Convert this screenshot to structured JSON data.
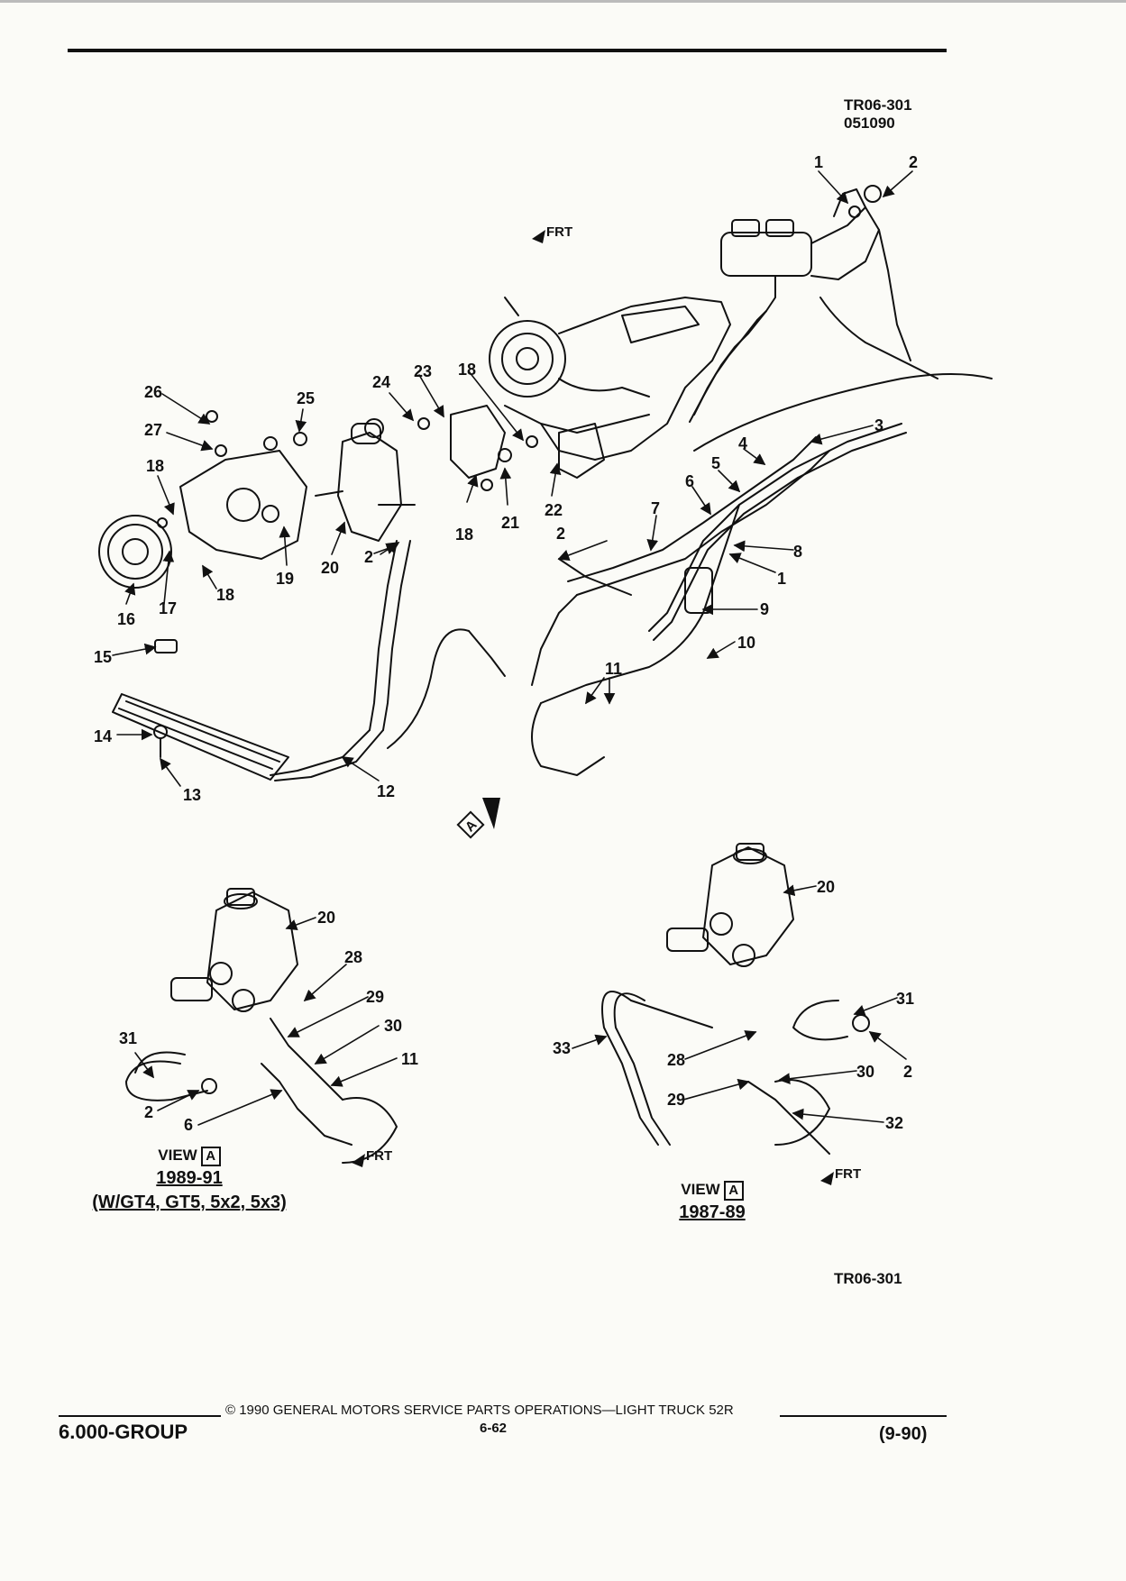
{
  "figure": {
    "code_top": "TR06-301",
    "date_code": "051090",
    "code_bottom": "TR06-301",
    "front_marker": "FRT",
    "view_marker": "A",
    "callouts": [
      "1",
      "2",
      "3",
      "4",
      "5",
      "6",
      "7",
      "8",
      "1",
      "9",
      "10",
      "11",
      "12",
      "13",
      "14",
      "15",
      "16",
      "17",
      "18",
      "19",
      "20",
      "2",
      "21",
      "22",
      "18",
      "23",
      "18",
      "24",
      "25",
      "26",
      "27",
      "18",
      "2"
    ],
    "view_left": {
      "view_word": "VIEW",
      "view_letter": "A",
      "years": "1989-91",
      "condition": "(W/GT4, GT5, 5x2, 5x3)",
      "callouts": [
        "20",
        "28",
        "29",
        "30",
        "11",
        "31",
        "2",
        "6"
      ]
    },
    "view_right": {
      "view_word": "VIEW",
      "view_letter": "A",
      "years": "1987-89",
      "callouts": [
        "20",
        "31",
        "33",
        "28",
        "2",
        "30",
        "29",
        "32"
      ]
    }
  },
  "footer": {
    "group": "6.000-GROUP",
    "copyright": "© 1990 GENERAL MOTORS SERVICE PARTS OPERATIONS—LIGHT TRUCK 52R",
    "page": "6-62",
    "revision": "(9-90)"
  }
}
